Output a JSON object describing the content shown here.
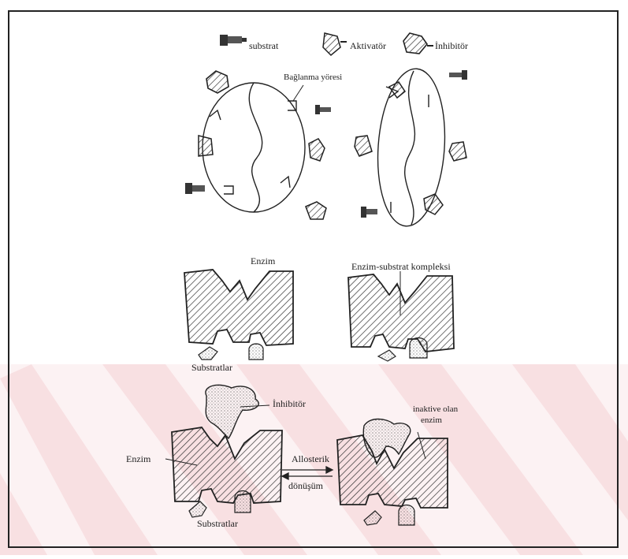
{
  "legend": {
    "substrat": "substrat",
    "aktivator": "Aktivatör",
    "inhibitor": "İnhibitör"
  },
  "labels": {
    "baglanma_yoresi": "Bağlanma yöresi",
    "enzim_top": "Enzim",
    "enzim_substrat_kompleksi": "Enzim-substrat kompleksi",
    "substratlar_top": "Substratlar",
    "inhibitor_bottom": "İnhibitör",
    "inaktive_olan_line1": "inaktive olan",
    "inaktive_olan_line2": "enzim",
    "enzim_bottom": "Enzim",
    "allosterik": "Allosterik",
    "donusum": "dönüşüm",
    "substratlar_bottom": "Substratlar"
  },
  "colors": {
    "ink": "#222222",
    "watermark": "#f3c8cc",
    "hatch": "#333333",
    "paper": "#ffffff"
  }
}
